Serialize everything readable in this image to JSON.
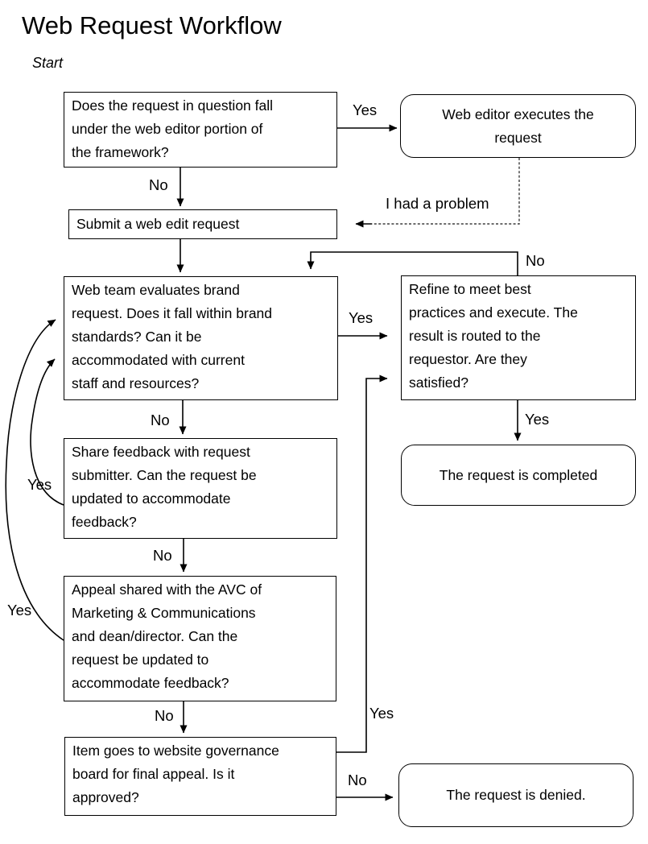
{
  "page": {
    "title": "Web Request Workflow",
    "start_label": "Start"
  },
  "colors": {
    "ink": "#000000",
    "background": "#ffffff",
    "dashed_line": "#3d3d3d"
  },
  "nodes": {
    "question_web_editor": {
      "type": "process",
      "lines": [
        "Does the request in question fall",
        "under the web editor portion of",
        "the framework?"
      ]
    },
    "web_editor_executes": {
      "type": "terminal",
      "lines": [
        "Web editor executes the",
        "request"
      ]
    },
    "submit_web_edit": {
      "type": "process",
      "lines": [
        "Submit a web edit request"
      ]
    },
    "web_team_evaluates": {
      "type": "process",
      "lines": [
        "Web team evaluates brand",
        "request. Does it fall within brand",
        "standards? Can it be",
        "accommodated with current",
        "staff and resources?"
      ]
    },
    "refine_execute": {
      "type": "process",
      "lines": [
        "Refine to meet best",
        "practices and execute. The",
        "result is routed to the",
        "requestor. Are they",
        "satisfied?"
      ]
    },
    "request_completed": {
      "type": "terminal",
      "lines": [
        "The request is completed"
      ]
    },
    "share_feedback": {
      "type": "process",
      "lines": [
        "Share feedback with request",
        "submitter. Can the request be",
        "updated to accommodate",
        "feedback?"
      ]
    },
    "appeal_avc": {
      "type": "process",
      "lines": [
        "Appeal shared with the AVC of",
        "Marketing & Communications",
        "and dean/director. Can the",
        "request be updated to",
        "accommodate feedback?"
      ]
    },
    "governance_board": {
      "type": "process",
      "lines": [
        "Item goes to website governance",
        "board for final appeal. Is it",
        "approved?"
      ]
    },
    "request_denied": {
      "type": "terminal",
      "lines": [
        "The request is denied."
      ]
    }
  },
  "edge_labels": {
    "yes_editor": "Yes",
    "no_submit": "No",
    "problem": "I had a problem",
    "no_refine_back": "No",
    "yes_refine": "Yes",
    "no_share": "No",
    "yes_completed": "Yes",
    "yes_share_back": "Yes",
    "no_appeal": "No",
    "yes_appeal_back": "Yes",
    "no_governance": "No",
    "yes_governance": "Yes",
    "no_denied": "No"
  }
}
